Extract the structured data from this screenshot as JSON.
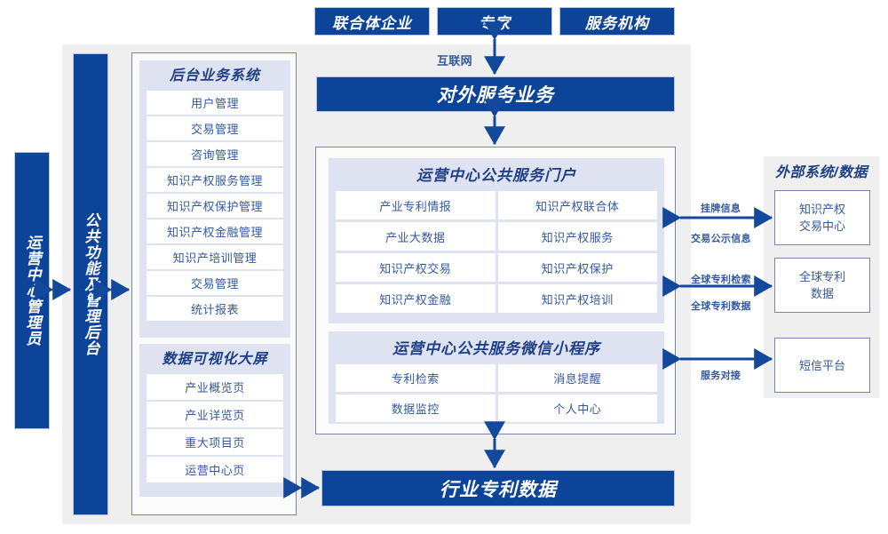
{
  "diagram": {
    "title_external": "外部系统/数据",
    "top_actors": [
      {
        "label": "联合体企业"
      },
      {
        "label": "专家"
      },
      {
        "label": "服务机构"
      }
    ],
    "internet_label": "互联网",
    "external_service_bar": "对外服务业务",
    "industry_data_bar": "行业专利数据",
    "left_role_bar": "运营中心管理员",
    "admin_bar": "公共功能及管理后台",
    "backend_system": {
      "title": "后台业务系统",
      "items": [
        "用户管理",
        "交易管理",
        "咨询管理",
        "知识产权服务管理",
        "知识产权保护管理",
        "知识产权金融管理",
        "知识产培训管理",
        "交易管理",
        "统计报表"
      ]
    },
    "visualization_screen": {
      "title": "数据可视化大屏",
      "items": [
        "产业概览页",
        "产业详览页",
        "重大项目页",
        "运营中心页"
      ]
    },
    "public_portal": {
      "title": "运营中心公共服务门户",
      "items": [
        "产业专利情报",
        "知识产权联合体",
        "产业大数据",
        "知识产权服务",
        "知识产权交易",
        "知识产权保护",
        "知识产权金融",
        "知识产权培训"
      ]
    },
    "miniprogram": {
      "title": "运营中心公共服务微信小程序",
      "items": [
        "专利检索",
        "消息提醒",
        "数据监控",
        "个人中心"
      ]
    },
    "external_systems": [
      {
        "label": "知识产权\n交易中心"
      },
      {
        "label": "全球专利\n数据"
      },
      {
        "label": "短信平台"
      }
    ],
    "external_links": [
      {
        "top": "挂牌信息",
        "bottom": "交易公示信息"
      },
      {
        "top": "全球专利检索",
        "bottom": "全球专利数据"
      },
      {
        "top": "",
        "bottom": "服务对接"
      }
    ],
    "colors": {
      "navy": "#0b4499",
      "group_bg": "#dee2f1",
      "container_bg": "#efefef",
      "border": "#7b83ae",
      "text_blue": "#33599f",
      "title_blue": "#1f3f87"
    }
  }
}
